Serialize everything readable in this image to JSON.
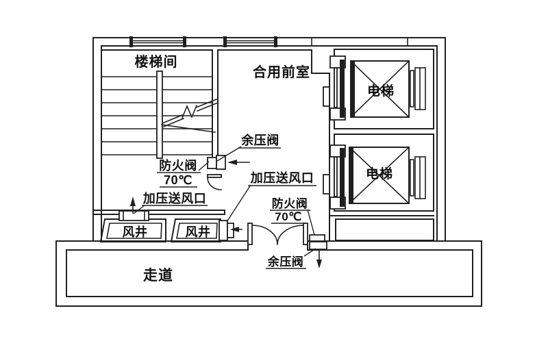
{
  "diagram": {
    "type": "architectural-floor-plan",
    "description_labels_only": true,
    "colors": {
      "line": "#1f1f1f",
      "background": "#ffffff",
      "text": "#111111"
    }
  },
  "labels": {
    "stairwell": "楼梯间",
    "front_room": "合用前室",
    "elevator_1": "电梯",
    "elevator_2": "电梯",
    "shaft_1": "风井",
    "shaft_2": "风井",
    "corridor": "走道",
    "relief_valve_1": "余压阀",
    "relief_valve_2": "余压阀",
    "fire_damper_1": "防火阀",
    "fire_damper_1_temp": "70℃",
    "fire_damper_2": "防火阀",
    "fire_damper_2_temp": "70℃",
    "supply_outlet_1": "加压送风口",
    "supply_outlet_2": "加压送风口"
  }
}
